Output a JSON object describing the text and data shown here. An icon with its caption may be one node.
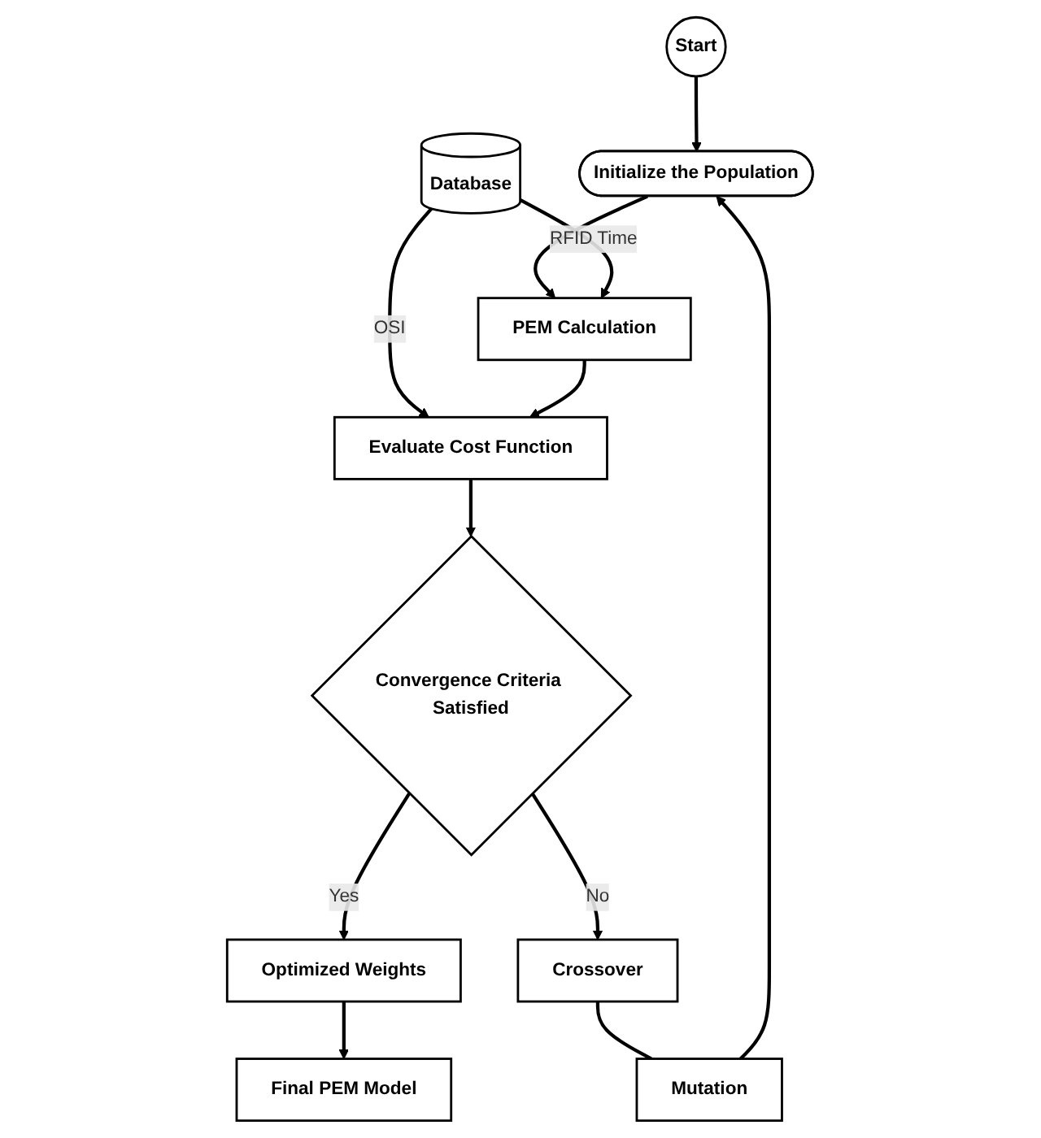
{
  "diagram": {
    "nodes": [
      {
        "text": [
          "Start"
        ]
      },
      {
        "text": [
          "Initialize the Population"
        ]
      },
      {
        "text": [
          "PEM Calculation"
        ]
      },
      {
        "text": [
          "Evaluate Cost Function"
        ]
      },
      {
        "text": [
          "Database"
        ]
      },
      {
        "text": [
          "Convergence Criteria Satisfied"
        ]
      },
      {
        "text": [
          "Optimized Weights"
        ]
      },
      {
        "text": [
          "Final PEM Model"
        ]
      },
      {
        "text": [
          "Crossover"
        ]
      },
      {
        "text": [
          "Mutation"
        ]
      }
    ],
    "edges": [
      {
        "from": 0,
        "to": 1,
        "arrow": "to"
      },
      {
        "from": 1,
        "to": 2,
        "arrow": "to"
      },
      {
        "from": 4,
        "to": 2,
        "arrow": "to",
        "label": "RFID Time"
      },
      {
        "from": 4,
        "to": 3,
        "arrow": "to",
        "label": "OSI"
      },
      {
        "from": 2,
        "to": 3,
        "arrow": "to"
      },
      {
        "from": 3,
        "to": 5,
        "arrow": "to"
      },
      {
        "from": 5,
        "to": 6,
        "arrow": "to",
        "label": "Yes"
      },
      {
        "from": 6,
        "to": 7,
        "arrow": "to"
      },
      {
        "from": 5,
        "to": 8,
        "arrow": "to",
        "label": "No"
      },
      {
        "from": 8,
        "to": 9,
        "arrow": "none"
      },
      {
        "from": 9,
        "to": 1,
        "arrow": "to"
      }
    ]
  }
}
